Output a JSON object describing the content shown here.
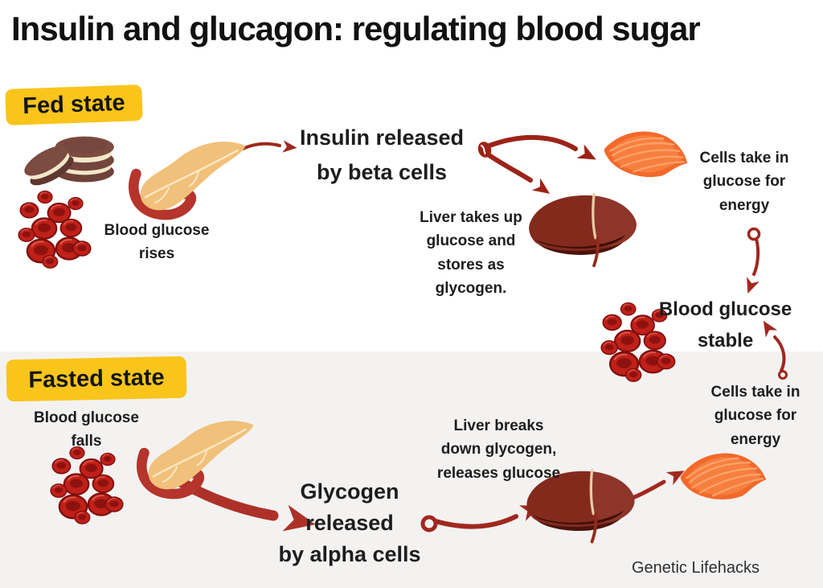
{
  "title": "Insulin and glucagon: regulating blood sugar",
  "watermark": "Genetic Lifehacks",
  "colors": {
    "yellow": "#F9C51B",
    "arrow_red": "#A0281E",
    "blood_red": "#BF2018",
    "pancreas_tan": "#F1C07A",
    "liver_red": "#832A1D",
    "muscle_orange": "#F2692A",
    "bg_fasted": "#F3F2F1",
    "text": "#1d1d1d"
  },
  "fed": {
    "label": "Fed state",
    "blood_glucose_rises": "Blood glucose\nrises",
    "insulin_released": "Insulin released\nby beta cells",
    "liver_takes_up": "Liver takes up\nglucose and\nstores as\nglycogen.",
    "cells_take_in": "Cells take in\nglucose for\nenergy",
    "blood_glucose_stable": "Blood glucose\nstable"
  },
  "fasted": {
    "label": "Fasted state",
    "blood_glucose_falls": "Blood glucose\nfalls",
    "glycogen_released": "Glycogen\nreleased\nby alpha cells",
    "liver_breaks_down": "Liver breaks\ndown glycogen,\nreleases glucose",
    "cells_take_in": "Cells take in\nglucose for\nenergy"
  },
  "icons": {
    "cookies": "sandwich-cookies",
    "blood_cells": "red-blood-cell-cluster",
    "pancreas": "pancreas-with-duodenum",
    "liver": "liver-organ",
    "muscle": "muscle-cell"
  }
}
